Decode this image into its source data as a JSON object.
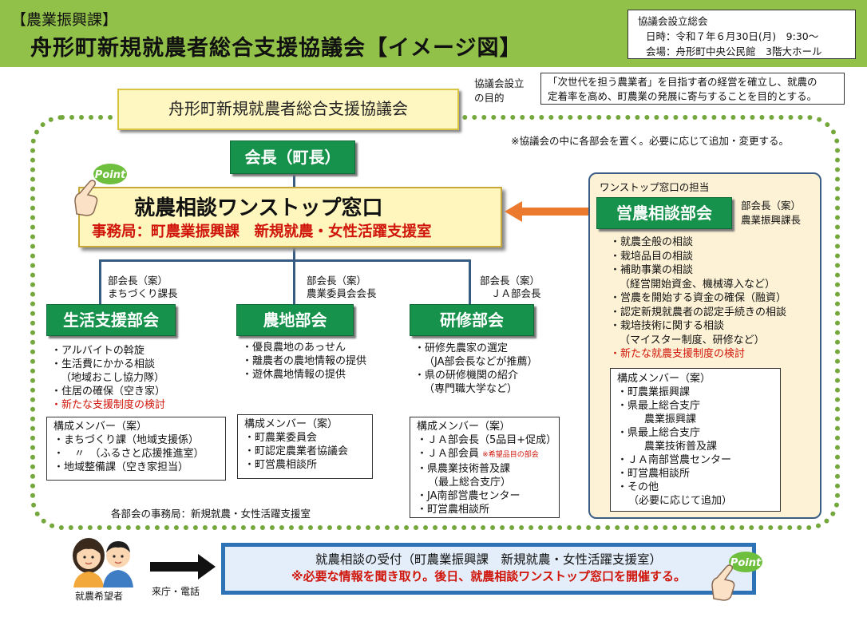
{
  "header": {
    "department": "【農業振興課】",
    "title": "舟形町新規就農者総合支援協議会【イメージ図】"
  },
  "meeting": {
    "heading": "協議会設立総会",
    "datetime": "日時：令和７年６月30日(月)　9:30～",
    "venue": "会場：舟形町中央公民館　3階大ホール"
  },
  "purpose": {
    "label_line1": "協議会設立",
    "label_line2": "の目的",
    "text_line1": "「次世代を担う農業者」を目指す者の経営を確立し、就農の",
    "text_line2": "定着率を高め、町農業の発展に寄与することを目的とする。"
  },
  "council_title": "舟形町新規就農者総合支援協議会",
  "note_top": "※協議会の中に各部会を置く。必要に応じて追加・変更する。",
  "chair": "会長（町長）",
  "point_label": "Point",
  "onestop": {
    "title": "就農相談ワンストップ窓口",
    "office": "事務局：町農業振興課　新規就農・女性活躍支援室"
  },
  "einou": {
    "panel_label": "ワンストップ窓口の担当",
    "name": "営農相談部会",
    "chair_line1": "部会長（案）",
    "chair_line2": "農業振興課長",
    "items": [
      "・就農全般の相談",
      "・栽培品目の相談",
      "・補助事業の相談",
      "（経営開始資金、機械導入など）",
      "・営農を開始する資金の確保（融資）",
      "・認定新規就農者の認定手続きの相談",
      "・栽培技術に関する相談",
      "（マイスター制度、研修など）"
    ],
    "items_new": "・新たな就農支援制度の検討",
    "members_title": "構成メンバー（案）",
    "members": [
      "・町農業振興課",
      "・県最上総合支庁",
      "農業振興課",
      "・県最上総合支庁",
      "農業技術普及課",
      "・ＪＡ南部営農センター",
      "・町営農相談所",
      "・その他",
      "（必要に応じて追加）"
    ]
  },
  "seikatsu": {
    "name": "生活支援部会",
    "chair_line1": "部会長（案）",
    "chair_line2": "まちづくり課長",
    "items": [
      "・アルバイトの斡旋",
      "・生活費にかかる相談",
      "（地域おこし協力隊）",
      "・住居の確保（空き家）"
    ],
    "items_new": "・新たな支援制度の検討",
    "members_title": "構成メンバー（案）",
    "members": [
      "・まちづくり課（地域支援係）",
      "・　〃　（ふるさと応援推進室）",
      "・地域整備課（空き家担当）"
    ]
  },
  "nouchi": {
    "name": "農地部会",
    "chair_line1": "部会長（案）",
    "chair_line2": "農業委員会会長",
    "items": [
      "・優良農地のあっせん",
      "・離農者の農地情報の提供",
      "・遊休農地情報の提供"
    ],
    "members_title": "構成メンバー（案）",
    "members": [
      "・町農業委員会",
      "・町認定農業者協議会",
      "・町営農相談所"
    ]
  },
  "kenshu": {
    "name": "研修部会",
    "chair_line1": "部会長（案）",
    "chair_line2": "ＪＡ部会長",
    "items": [
      "・研修先農家の選定",
      "（JA部会長などが推薦）",
      "・県の研修機関の紹介",
      "（専門職大学など）"
    ],
    "members_title": "構成メンバー（案）",
    "members": [
      "・ＪＡ部会長（5品目+促成）",
      "・ＪＡ部会員",
      "・県農業技術普及課",
      "（最上総合支庁）",
      "・JA南部営農センター",
      "・町営農相談所"
    ],
    "member_note": "※希望品目の部会"
  },
  "office_note": "各部会の事務局：新規就農・女性活躍支援室",
  "bottom": {
    "applicant": "就農希望者",
    "visit": "来庁・電話",
    "reception_title": "就農相談の受付（町農業振興課　新規就農・女性活躍支援室）",
    "reception_note": "※必要な情報を聞き取り。後日、就農相談ワンストップ窓口を開催する。"
  },
  "colors": {
    "header_green": "#92c14a",
    "box_green": "#17924c",
    "accent_red": "#d0150a",
    "arrow_orange": "#ec7a2e",
    "connector_blue": "#365c84"
  }
}
